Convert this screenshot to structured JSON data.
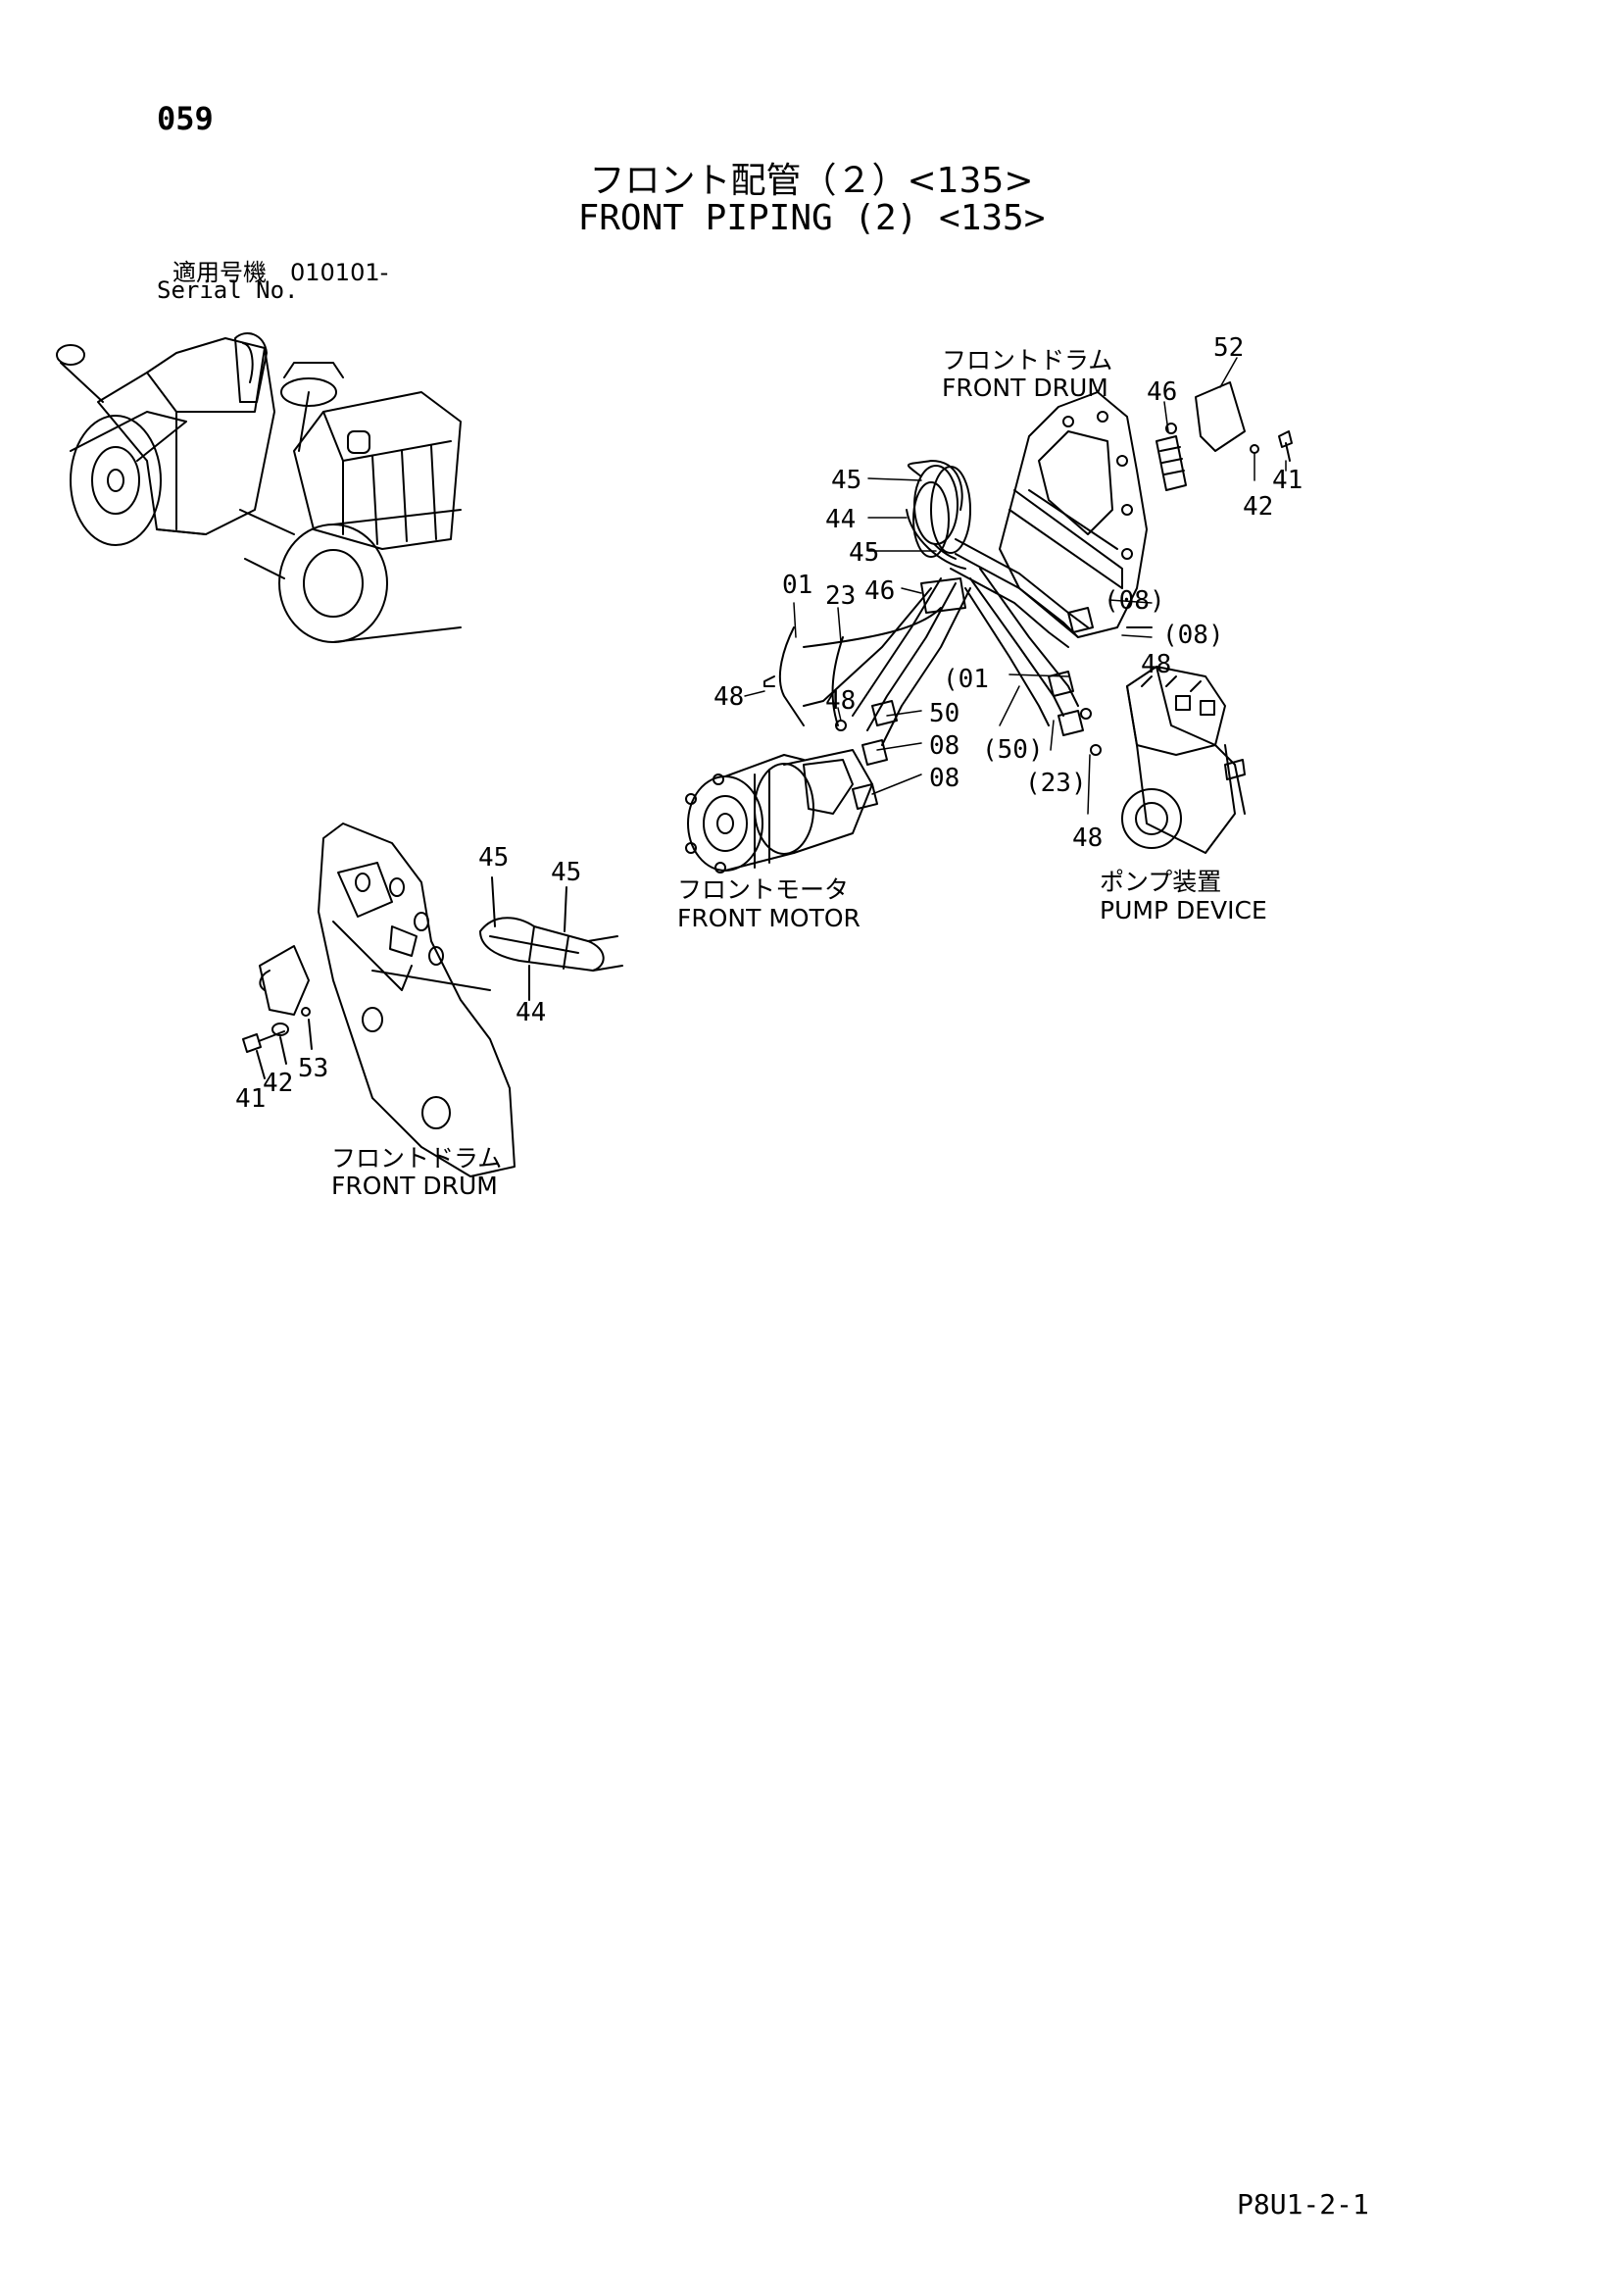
{
  "header": {
    "page_number": "059",
    "title_jp": "フロント配管（２）<135>",
    "title_en": "FRONT PIPING (2) <135>",
    "serial_jp": "適用号機　010101-",
    "serial_en": "Serial No."
  },
  "labels": {
    "front_drum_top_jp": "フロントドラム",
    "front_drum_top_en": "FRONT DRUM",
    "front_motor_jp": "フロントモータ",
    "front_motor_en": "FRONT MOTOR",
    "pump_device_jp": "ポンプ装置",
    "pump_device_en": "PUMP DEVICE",
    "front_drum_bottom_jp": "フロントドラム",
    "front_drum_bottom_en": "FRONT DRUM"
  },
  "parts": {
    "p52": "52",
    "p46a": "46",
    "p41a": "41",
    "p42a": "42",
    "p45a": "45",
    "p44a": "44",
    "p45b": "45",
    "p01": "01",
    "p23": "23",
    "p46b": "46",
    "p08a": "(08)",
    "p08b": "(08)",
    "p48a": "48",
    "p48b": "48",
    "p01b": "(01",
    "p48c": "48",
    "p50": "50",
    "p08c": "08",
    "p08d": "08",
    "p50b": "(50)",
    "p23b": "(23)",
    "p48d": "48",
    "p45c": "45",
    "p45d": "45",
    "p44b": "44",
    "p41b": "41",
    "p42b": "42",
    "p53": "53"
  },
  "footer": {
    "code": "P8U1-2-1"
  }
}
